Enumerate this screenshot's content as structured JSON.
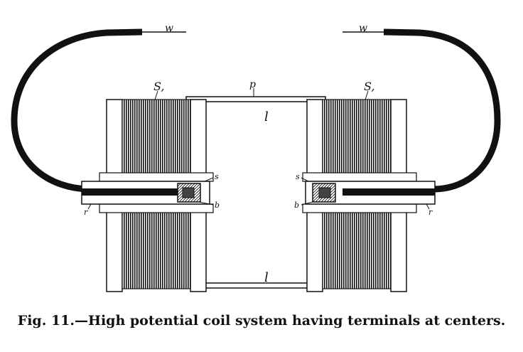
{
  "figure": {
    "caption": "Fig. 11.—High potential coil system having terminals at centers.",
    "labels": {
      "wire_left": "w",
      "wire_right": "w",
      "coil_left": "S,",
      "coil_right": "S,",
      "top_center": "p",
      "core_top": "l",
      "core_bottom": "l",
      "left_s": "s",
      "left_b": "b",
      "left_r": "r",
      "right_s": "s",
      "right_b": "b",
      "right_r": "r"
    },
    "colors": {
      "ink": "#111111",
      "paper": "#ffffff"
    }
  }
}
